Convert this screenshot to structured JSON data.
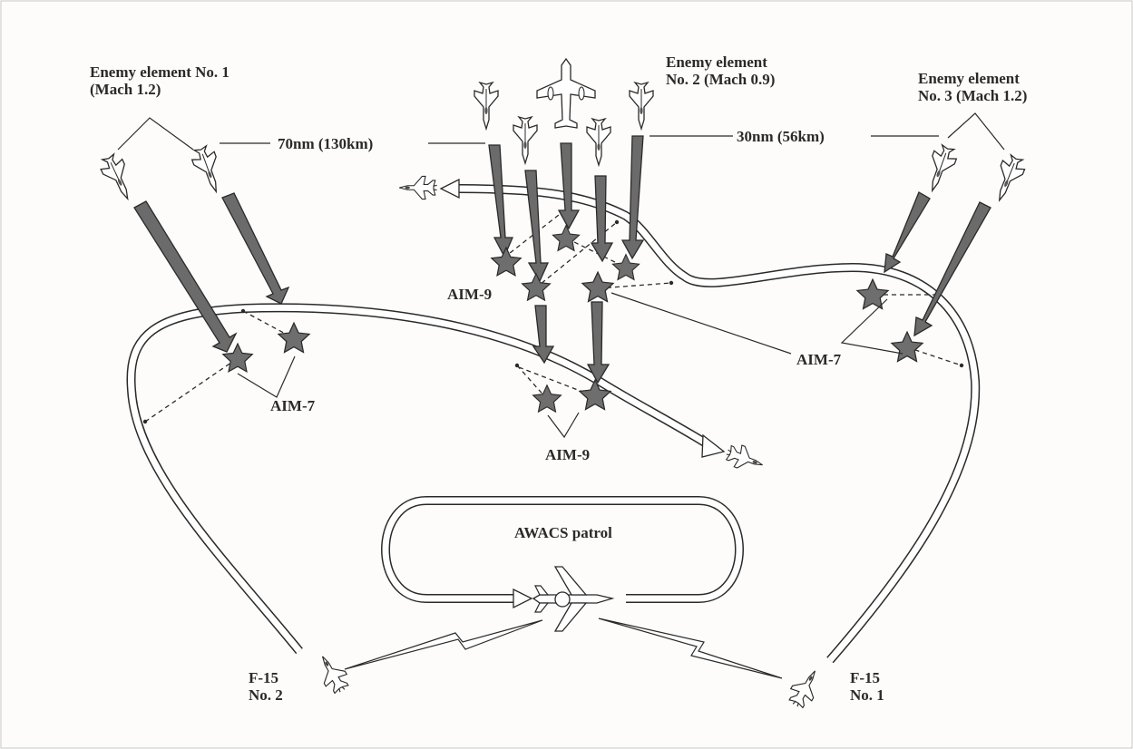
{
  "labels": {
    "enemy1": [
      "Enemy element No. 1",
      "(Mach 1.2)"
    ],
    "enemy2": [
      "Enemy element",
      "No. 2 (Mach 0.9)"
    ],
    "enemy3": [
      "Enemy element",
      "No. 3 (Mach 1.2)"
    ],
    "range_far": "70nm (130km)",
    "range_near": "30nm (56km)",
    "aim9_upper": "AIM-9",
    "aim9_lower": "AIM-9",
    "aim7_left": "AIM-7",
    "aim7_right": "AIM-7",
    "awacs": "AWACS patrol",
    "f15_2": [
      "F-15",
      "No. 2"
    ],
    "f15_1": [
      "F-15",
      "No. 1"
    ]
  },
  "colors": {
    "ink": "#2a2a2a",
    "arrow_fill": "#6b6b6b",
    "star_fill": "#6e6e6e",
    "paper": "#fdfcfa"
  },
  "icons": [
    "fighter-jet-icon",
    "bomber-icon",
    "awacs-aircraft-icon",
    "f15-icon",
    "missile-burst-icon",
    "radio-link-icon"
  ]
}
